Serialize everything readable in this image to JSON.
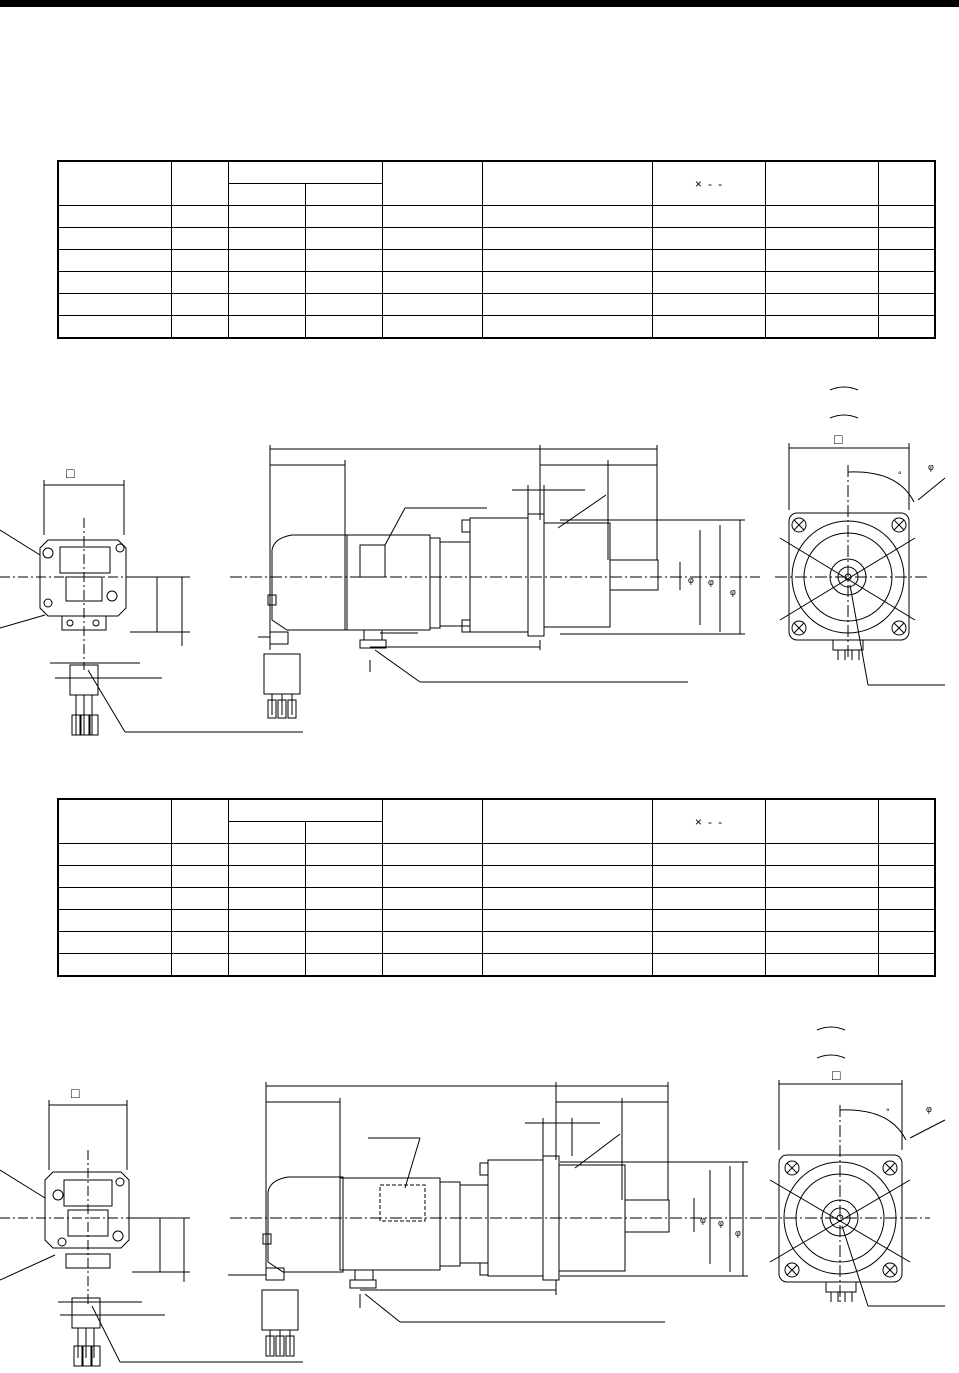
{
  "tables": [
    {
      "header_glyphs": [
        "×",
        "-",
        "-"
      ],
      "row_count": 6
    },
    {
      "header_glyphs": [
        "×",
        "-",
        "-"
      ],
      "row_count": 6
    }
  ],
  "drawings": [
    {
      "symbols": {
        "square_a": "□",
        "square_b": "□",
        "deg": "°",
        "phi": "φ",
        "phi_small": [
          "φ",
          "φ",
          "φ"
        ]
      }
    },
    {
      "symbols": {
        "square_a": "□",
        "square_b": "□",
        "deg": "°",
        "phi": "φ",
        "phi_small": [
          "φ",
          "φ",
          "φ"
        ]
      }
    }
  ]
}
